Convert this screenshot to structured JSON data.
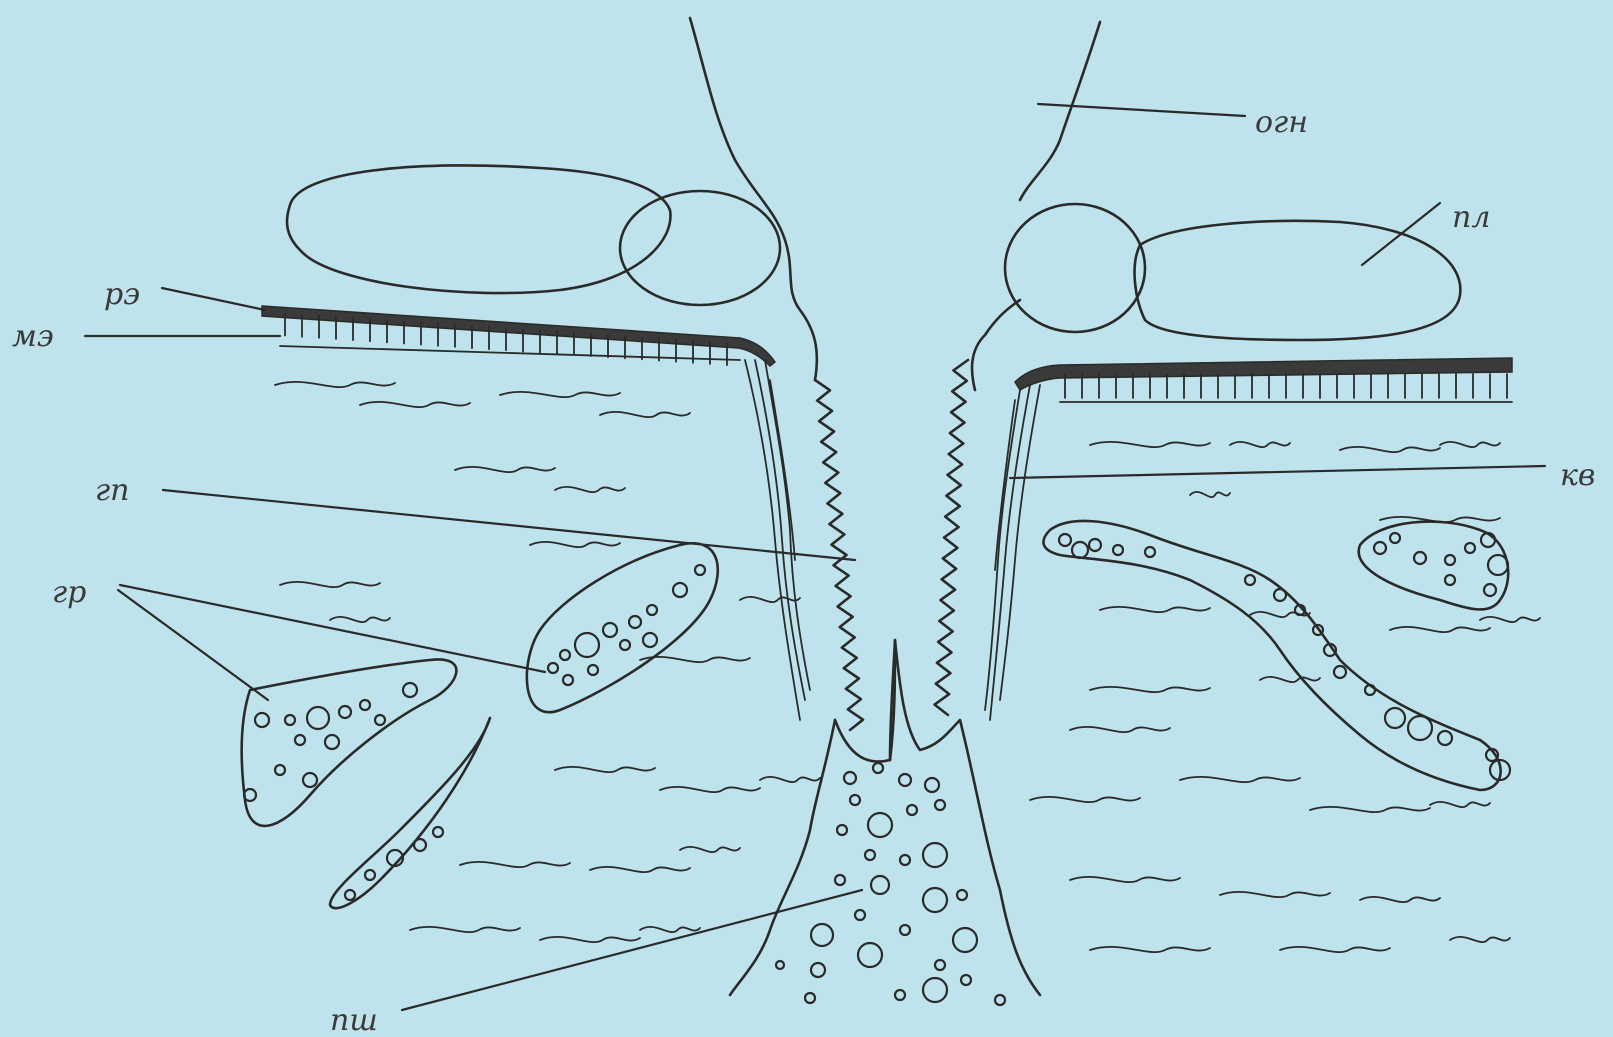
{
  "labels": {
    "ogn": "огн",
    "pl": "пл",
    "re": "рэ",
    "me": "мэ",
    "gp": "гп",
    "kv": "кв",
    "gr": "гр",
    "psh": "пш"
  },
  "colors": {
    "background": "#bfe3ec",
    "ink": "#2a2a2a"
  }
}
